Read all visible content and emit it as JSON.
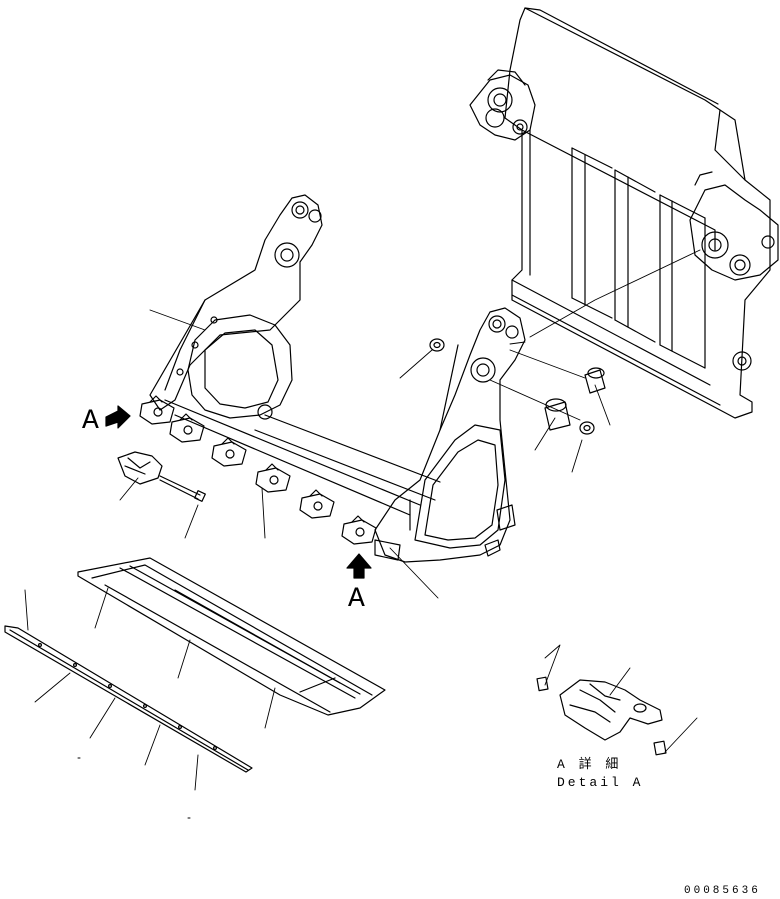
{
  "labels": {
    "view_a_left": "A",
    "view_a_bottom": "A",
    "detail_jp": "A 詳 細",
    "detail_en": "Detail A",
    "drawing_code": "00085636"
  },
  "colors": {
    "line": "#000000",
    "background": "#ffffff",
    "arrow_fill": "#000000"
  }
}
